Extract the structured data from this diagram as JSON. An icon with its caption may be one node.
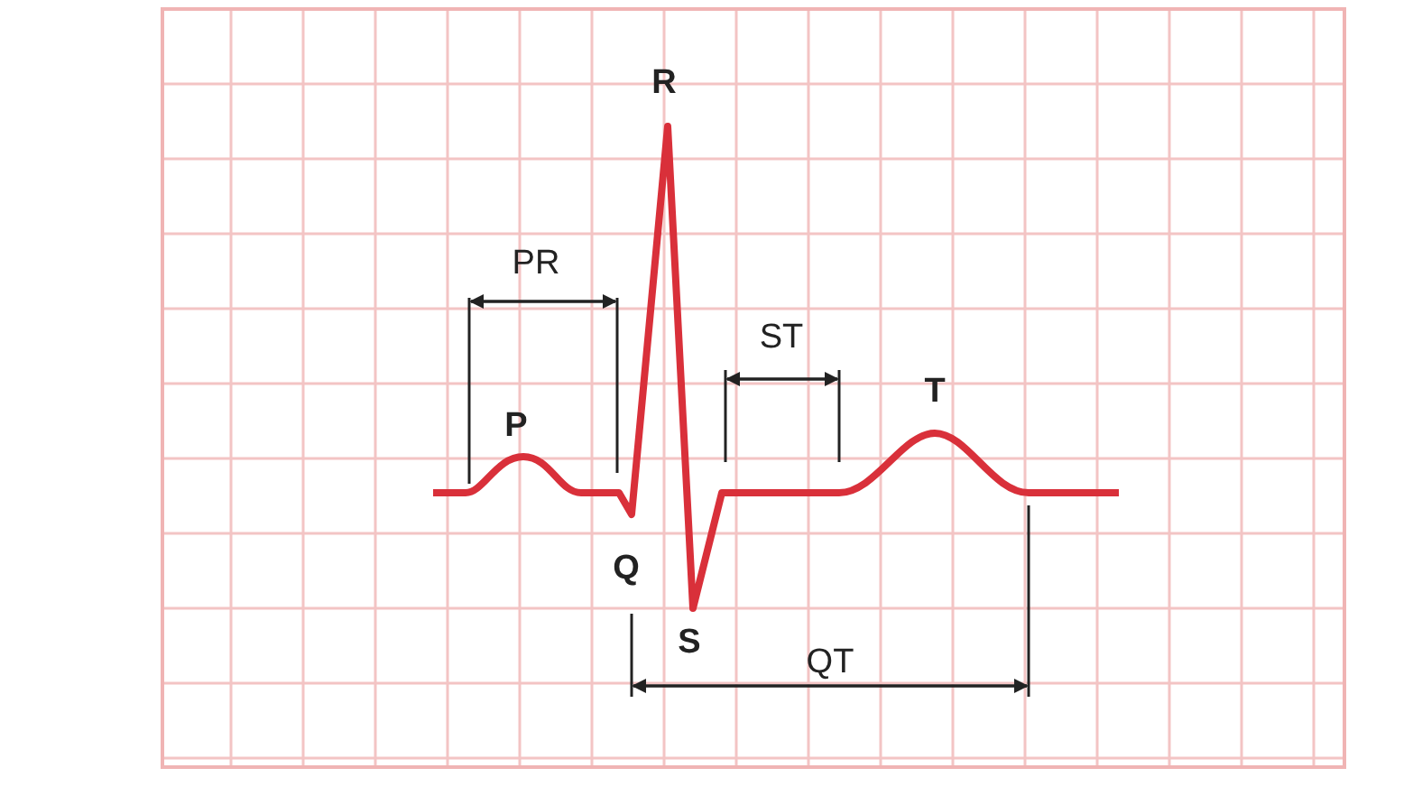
{
  "diagram": {
    "labels": [
      "R",
      "PR",
      "ST",
      "T",
      "P",
      "Q",
      "S",
      "QT"
    ]
  }
}
